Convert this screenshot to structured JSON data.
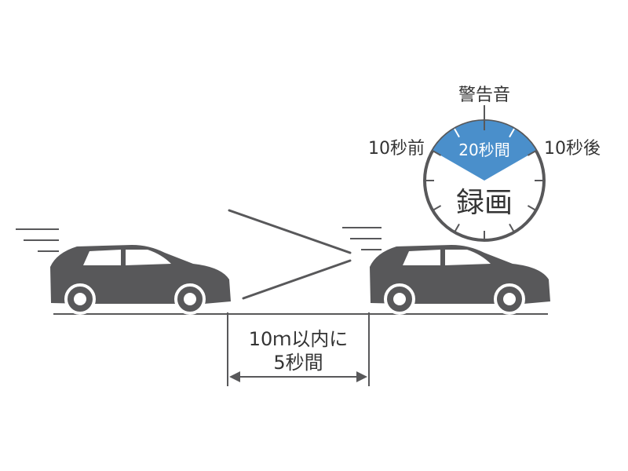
{
  "colors": {
    "car": "#58585a",
    "line": "#58585a",
    "text": "#333333",
    "sector": "#4a8fcb",
    "background": "#ffffff"
  },
  "dial": {
    "top_label": "警告音",
    "left_label": "10秒前",
    "right_label": "10秒後",
    "sector_label": "20秒間",
    "center_label": "録画"
  },
  "distance": {
    "line1": "10ｍ以内に",
    "line2": "5秒間"
  }
}
